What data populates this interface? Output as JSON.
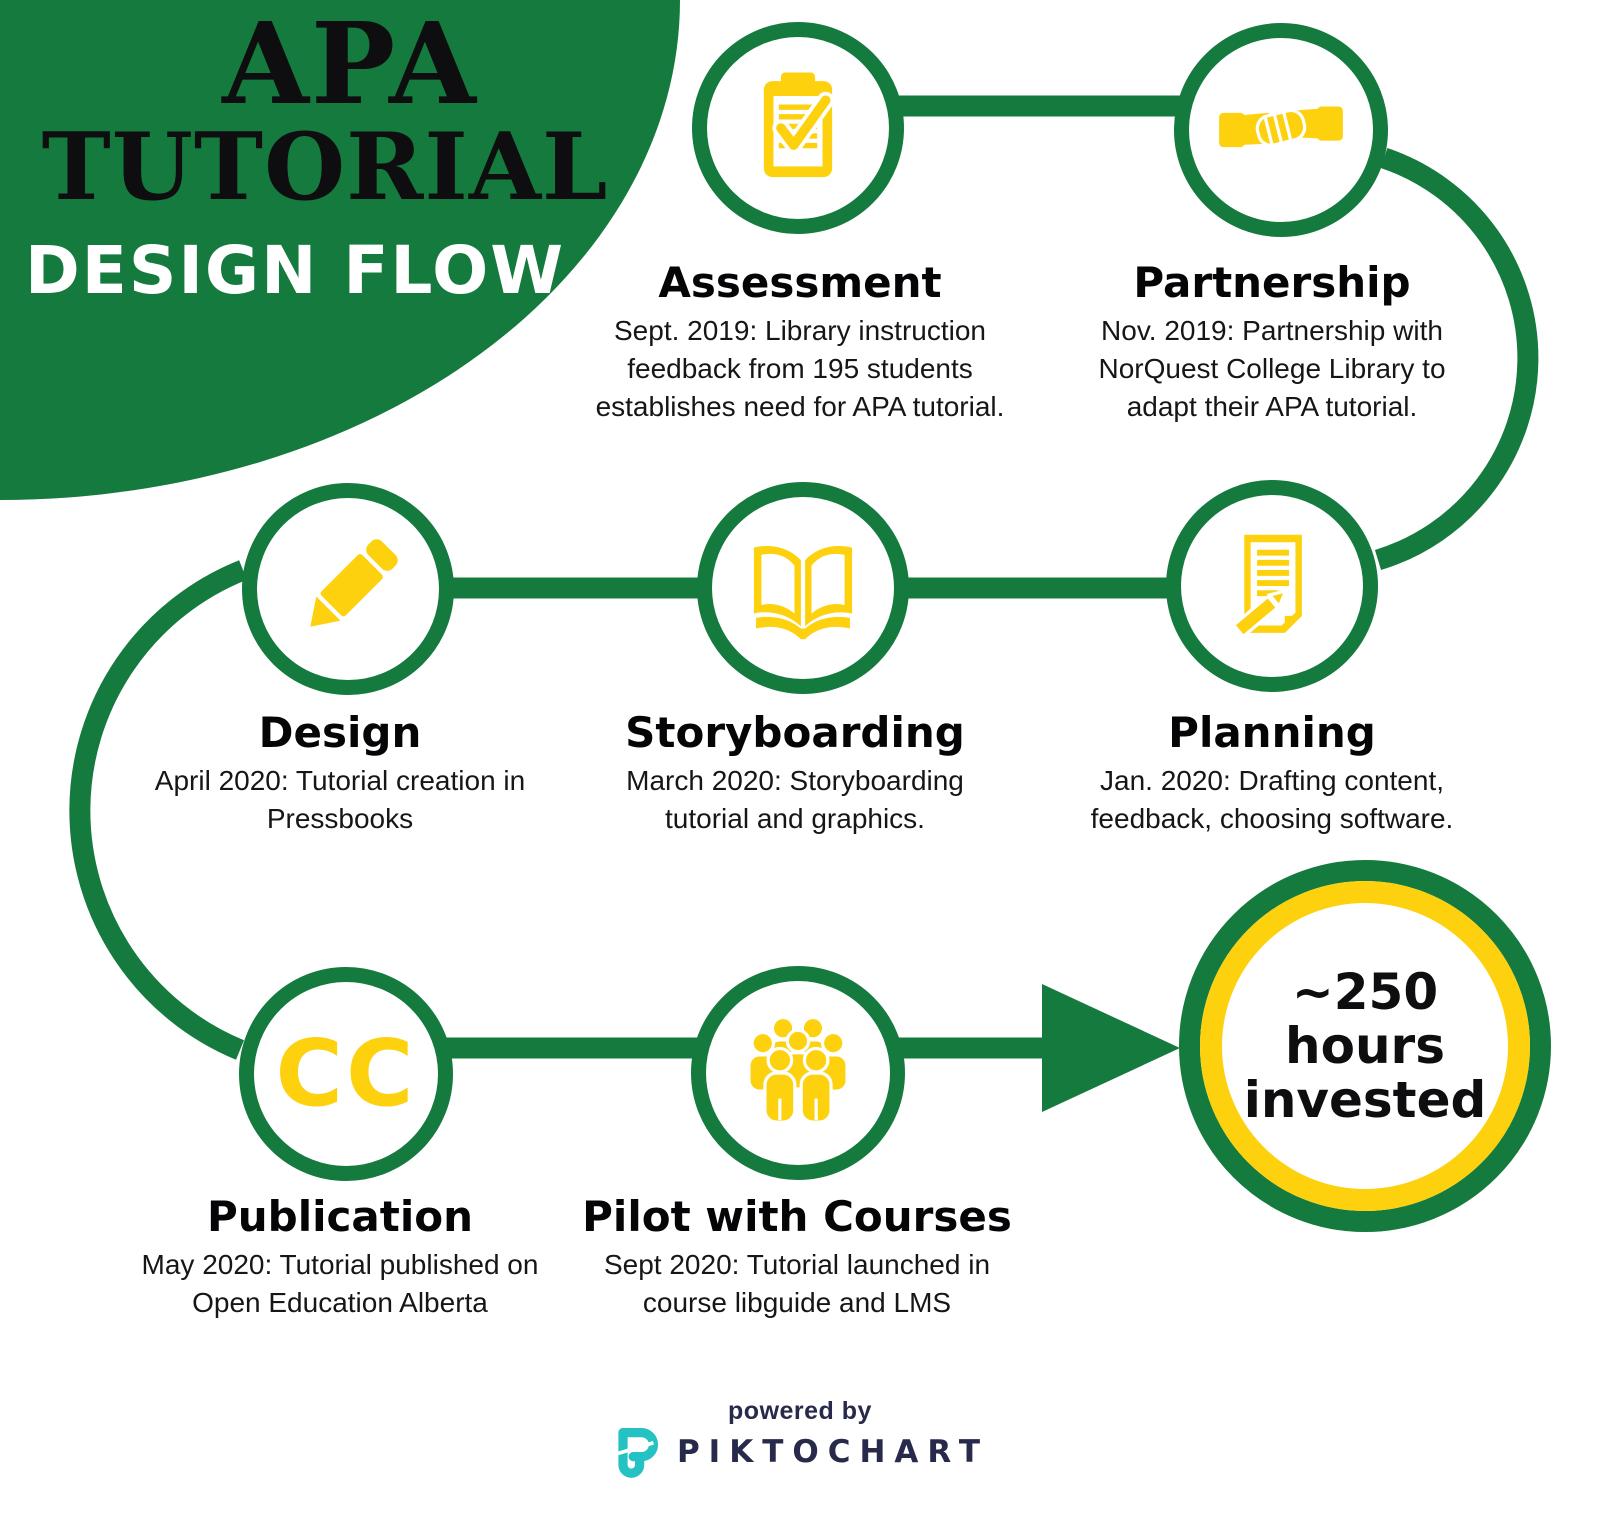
{
  "title": {
    "line1": "APA",
    "line2": "TUTORIAL",
    "subtitle": "DESIGN FLOW"
  },
  "steps": [
    {
      "id": "assessment",
      "heading": "Assessment",
      "icon": "clipboard-check-icon",
      "body_lines": [
        "Sept. 2019: Library instruction",
        "feedback from 195 students",
        "establishes need for APA tutorial."
      ]
    },
    {
      "id": "partnership",
      "heading": "Partnership",
      "icon": "handshake-icon",
      "body_lines": [
        "Nov. 2019: Partnership with",
        "NorQuest College Library to",
        "adapt their APA tutorial."
      ]
    },
    {
      "id": "planning",
      "heading": "Planning",
      "icon": "document-pencil-icon",
      "body_lines": [
        "Jan. 2020: Drafting content,",
        "feedback, choosing software."
      ]
    },
    {
      "id": "storyboarding",
      "heading": "Storyboarding",
      "icon": "open-book-icon",
      "body_lines": [
        "March 2020: Storyboarding",
        "tutorial and graphics."
      ]
    },
    {
      "id": "design",
      "heading": "Design",
      "icon": "pencil-icon",
      "body_lines": [
        "April 2020: Tutorial creation in",
        "Pressbooks"
      ]
    },
    {
      "id": "publication",
      "heading": "Publication",
      "icon": "creative-commons-icon",
      "icon_text": "CC",
      "body_lines": [
        "May 2020: Tutorial published on",
        "Open Education Alberta"
      ]
    },
    {
      "id": "pilot",
      "heading": "Pilot with Courses",
      "icon": "people-group-icon",
      "body_lines": [
        "Sept 2020: Tutorial launched in",
        "course libguide and LMS"
      ]
    }
  ],
  "result": {
    "line1": "~250",
    "line2": "hours",
    "line3": "invested"
  },
  "footer": {
    "powered_by": "powered by",
    "brand": "PIKTOCHART"
  },
  "colors": {
    "green": "#157a3d",
    "yellow": "#fdd10e",
    "navy": "#272a4a",
    "teal": "#25c2c4",
    "black": "#0e0e10",
    "white": "#ffffff"
  }
}
